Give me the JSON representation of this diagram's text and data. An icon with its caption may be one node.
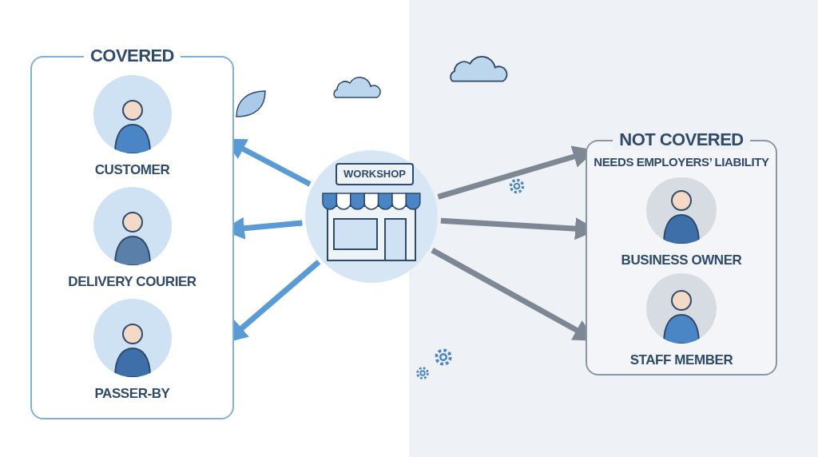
{
  "diagram": {
    "nodes": [
      {
        "text": [
          "COVERED"
        ]
      },
      {
        "text": [
          "CUSTOMER"
        ],
        "in": 0
      },
      {
        "text": [
          "DELIVERY COURIER"
        ],
        "in": 0
      },
      {
        "text": [
          "PASSER-BY"
        ],
        "in": 0
      },
      {
        "text": [
          "WORKSHOP"
        ]
      },
      {
        "text": [
          "NOT COVERED",
          "NEEDS EMPLOYERS’ LIABILITY"
        ]
      },
      {
        "text": [
          "BUSINESS OWNER"
        ],
        "in": 5
      },
      {
        "text": [
          "STAFF MEMBER"
        ],
        "in": 5
      }
    ],
    "edges": [
      {
        "from": 4,
        "to": 1,
        "arrow": "to"
      },
      {
        "from": 4,
        "to": 2,
        "arrow": "to"
      },
      {
        "from": 4,
        "to": 3,
        "arrow": "to"
      },
      {
        "from": 4,
        "to": 5,
        "arrow": "to",
        "color": "#7d8894"
      },
      {
        "from": 4,
        "to": 6,
        "arrow": "to",
        "color": "#7d8894"
      },
      {
        "from": 4,
        "to": 7,
        "arrow": "to",
        "color": "#7d8894"
      }
    ]
  }
}
